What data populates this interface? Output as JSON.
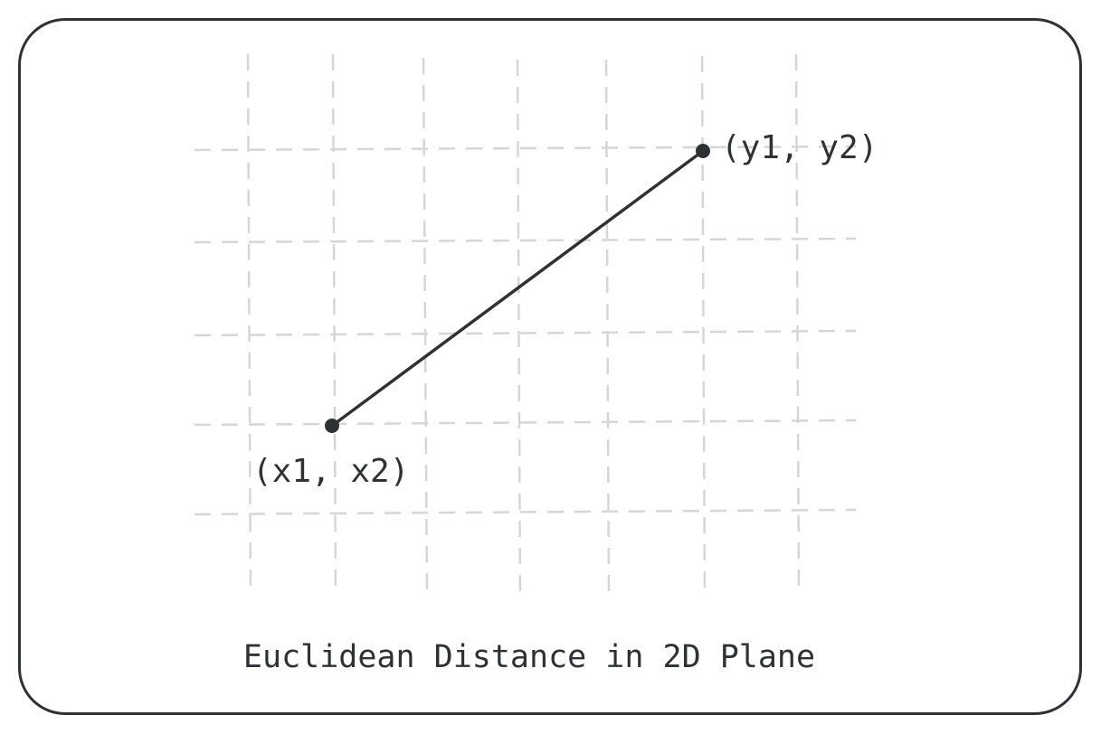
{
  "diagram": {
    "caption": "Euclidean Distance in 2D Plane",
    "points": {
      "start_label": "(x1, x2)",
      "end_label": "(y1, y2)"
    },
    "colors": {
      "ink": "#2f3234",
      "grid": "#d6d6d6",
      "background": "#ffffff"
    }
  }
}
